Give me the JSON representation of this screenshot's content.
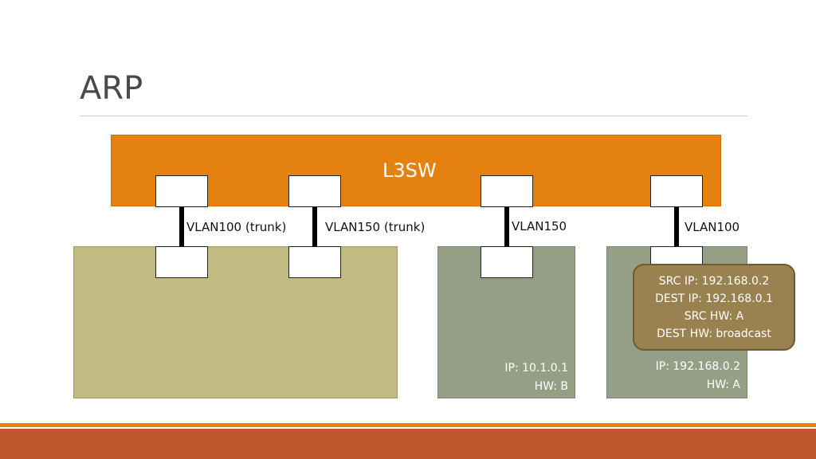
{
  "title": "ARP",
  "switch": {
    "label": "L3SW",
    "color": "#e5810f"
  },
  "links": [
    {
      "label": "VLAN100 (trunk)"
    },
    {
      "label": "VLAN150 (trunk)"
    },
    {
      "label": "VLAN150"
    },
    {
      "label": "VLAN100"
    }
  ],
  "hosts": [
    {
      "ip": "",
      "hw": "",
      "color": "#c1bb81"
    },
    {
      "ip": "IP: 10.1.0.1",
      "hw": "HW: B",
      "color": "#949f86"
    },
    {
      "ip": "IP: 192.168.0.2",
      "hw": "HW: A",
      "color": "#949f86"
    }
  ],
  "callout": {
    "lines": [
      "SRC IP: 192.168.0.2",
      "DEST IP: 192.168.0.1",
      "SRC HW: A",
      "DEST HW:  broadcast"
    ]
  },
  "colors": {
    "footer_accent": "#e5810f",
    "footer_bar": "#bf572a",
    "callout": "#9a8150"
  }
}
